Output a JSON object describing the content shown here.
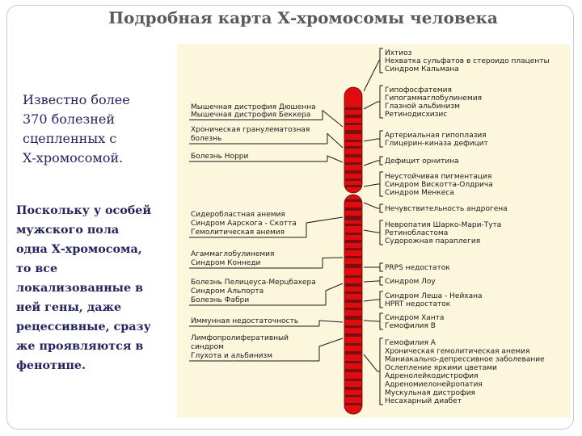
{
  "title": "Подробная карта Х-хромосомы человека",
  "intro_lines": [
    "Известно более",
    "370 болезней",
    "сцепленных с",
    "Х-хромосомой."
  ],
  "body_lines": [
    "Поскольку у особей",
    "мужского пола",
    "одна Х-хромосома,",
    "то все",
    "локализованные в",
    "ней гены, даже",
    "рецессивные, сразу",
    "же проявляются в",
    "фенотипе."
  ],
  "left_labels": [
    {
      "lines": [
        "Мышечная дистрофия Дюшенна",
        "Мышечная дистрофия Беккера"
      ]
    },
    {
      "lines": [
        "Хроническая гранулематозная",
        "болезнь"
      ]
    },
    {
      "lines": [
        "Болезнь Норри"
      ]
    },
    {
      "lines": [
        "Сидеробластная анемия",
        "Синдром Аарскога - Скотта",
        "Гемолитическая анемия"
      ]
    },
    {
      "lines": [
        "Агаммаглобулинемия",
        "Синдром Коннеди"
      ]
    },
    {
      "lines": [
        "Болезнь Пелицеуса-Мерцбахера",
        "Синдром Альпорта",
        "Болезнь Фабри"
      ]
    },
    {
      "lines": [
        "Иммунная недостаточность"
      ]
    },
    {
      "lines": [
        "Лимфопролиферативный",
        "синдром",
        "Глухота и альбинизм"
      ]
    }
  ],
  "right_labels": [
    {
      "lines": [
        "Ихтиоз",
        "Нехватка сульфатов в стероидо плаценты",
        "Синдром Кальмана"
      ]
    },
    {
      "lines": [
        "Гипофосфатемия",
        "Гипогаммаглобулинемия",
        "Глазной альбинизм",
        "Ретинодисхизис"
      ]
    },
    {
      "lines": [
        "Артериальная гипоплазия",
        "Глицерин-киназа дефицит"
      ]
    },
    {
      "lines": [
        "Дефицит орнитина"
      ]
    },
    {
      "lines": [
        "Неустойчивая пигментация",
        "Синдром Вискотта-Олдрича",
        "Синдром Менкеса"
      ]
    },
    {
      "lines": [
        "Нечувствительность андрогена"
      ]
    },
    {
      "lines": [
        "Невропатия Шарко-Мари-Тута",
        "Ретинобластома",
        "Судорожная параплегия"
      ]
    },
    {
      "lines": [
        "PRPS недостаток"
      ]
    },
    {
      "lines": [
        "Синдром Лоу"
      ]
    },
    {
      "lines": [
        "Синдром Леша - Нейхана",
        "HPRT недостаток"
      ]
    },
    {
      "lines": [
        "Синдром Ханта",
        "Гемофилия В"
      ]
    },
    {
      "lines": [
        "Гемофилия А",
        "Хроническая гемолитическая анемия",
        "Маниакально-депрессивное заболевание",
        "Ослепление яркими цветами",
        "Адренолейкодистрофия",
        "Адреномиелонейропатия",
        "Мускульная дистрофия",
        "Несахарный диабет"
      ]
    }
  ],
  "colors": {
    "panel": "#fbf6dc",
    "chromosome_red": "#e00d10",
    "chromosome_dark": "#7a0e10",
    "text_blue": "#24245e",
    "title_gray": "#5a5a5a"
  }
}
